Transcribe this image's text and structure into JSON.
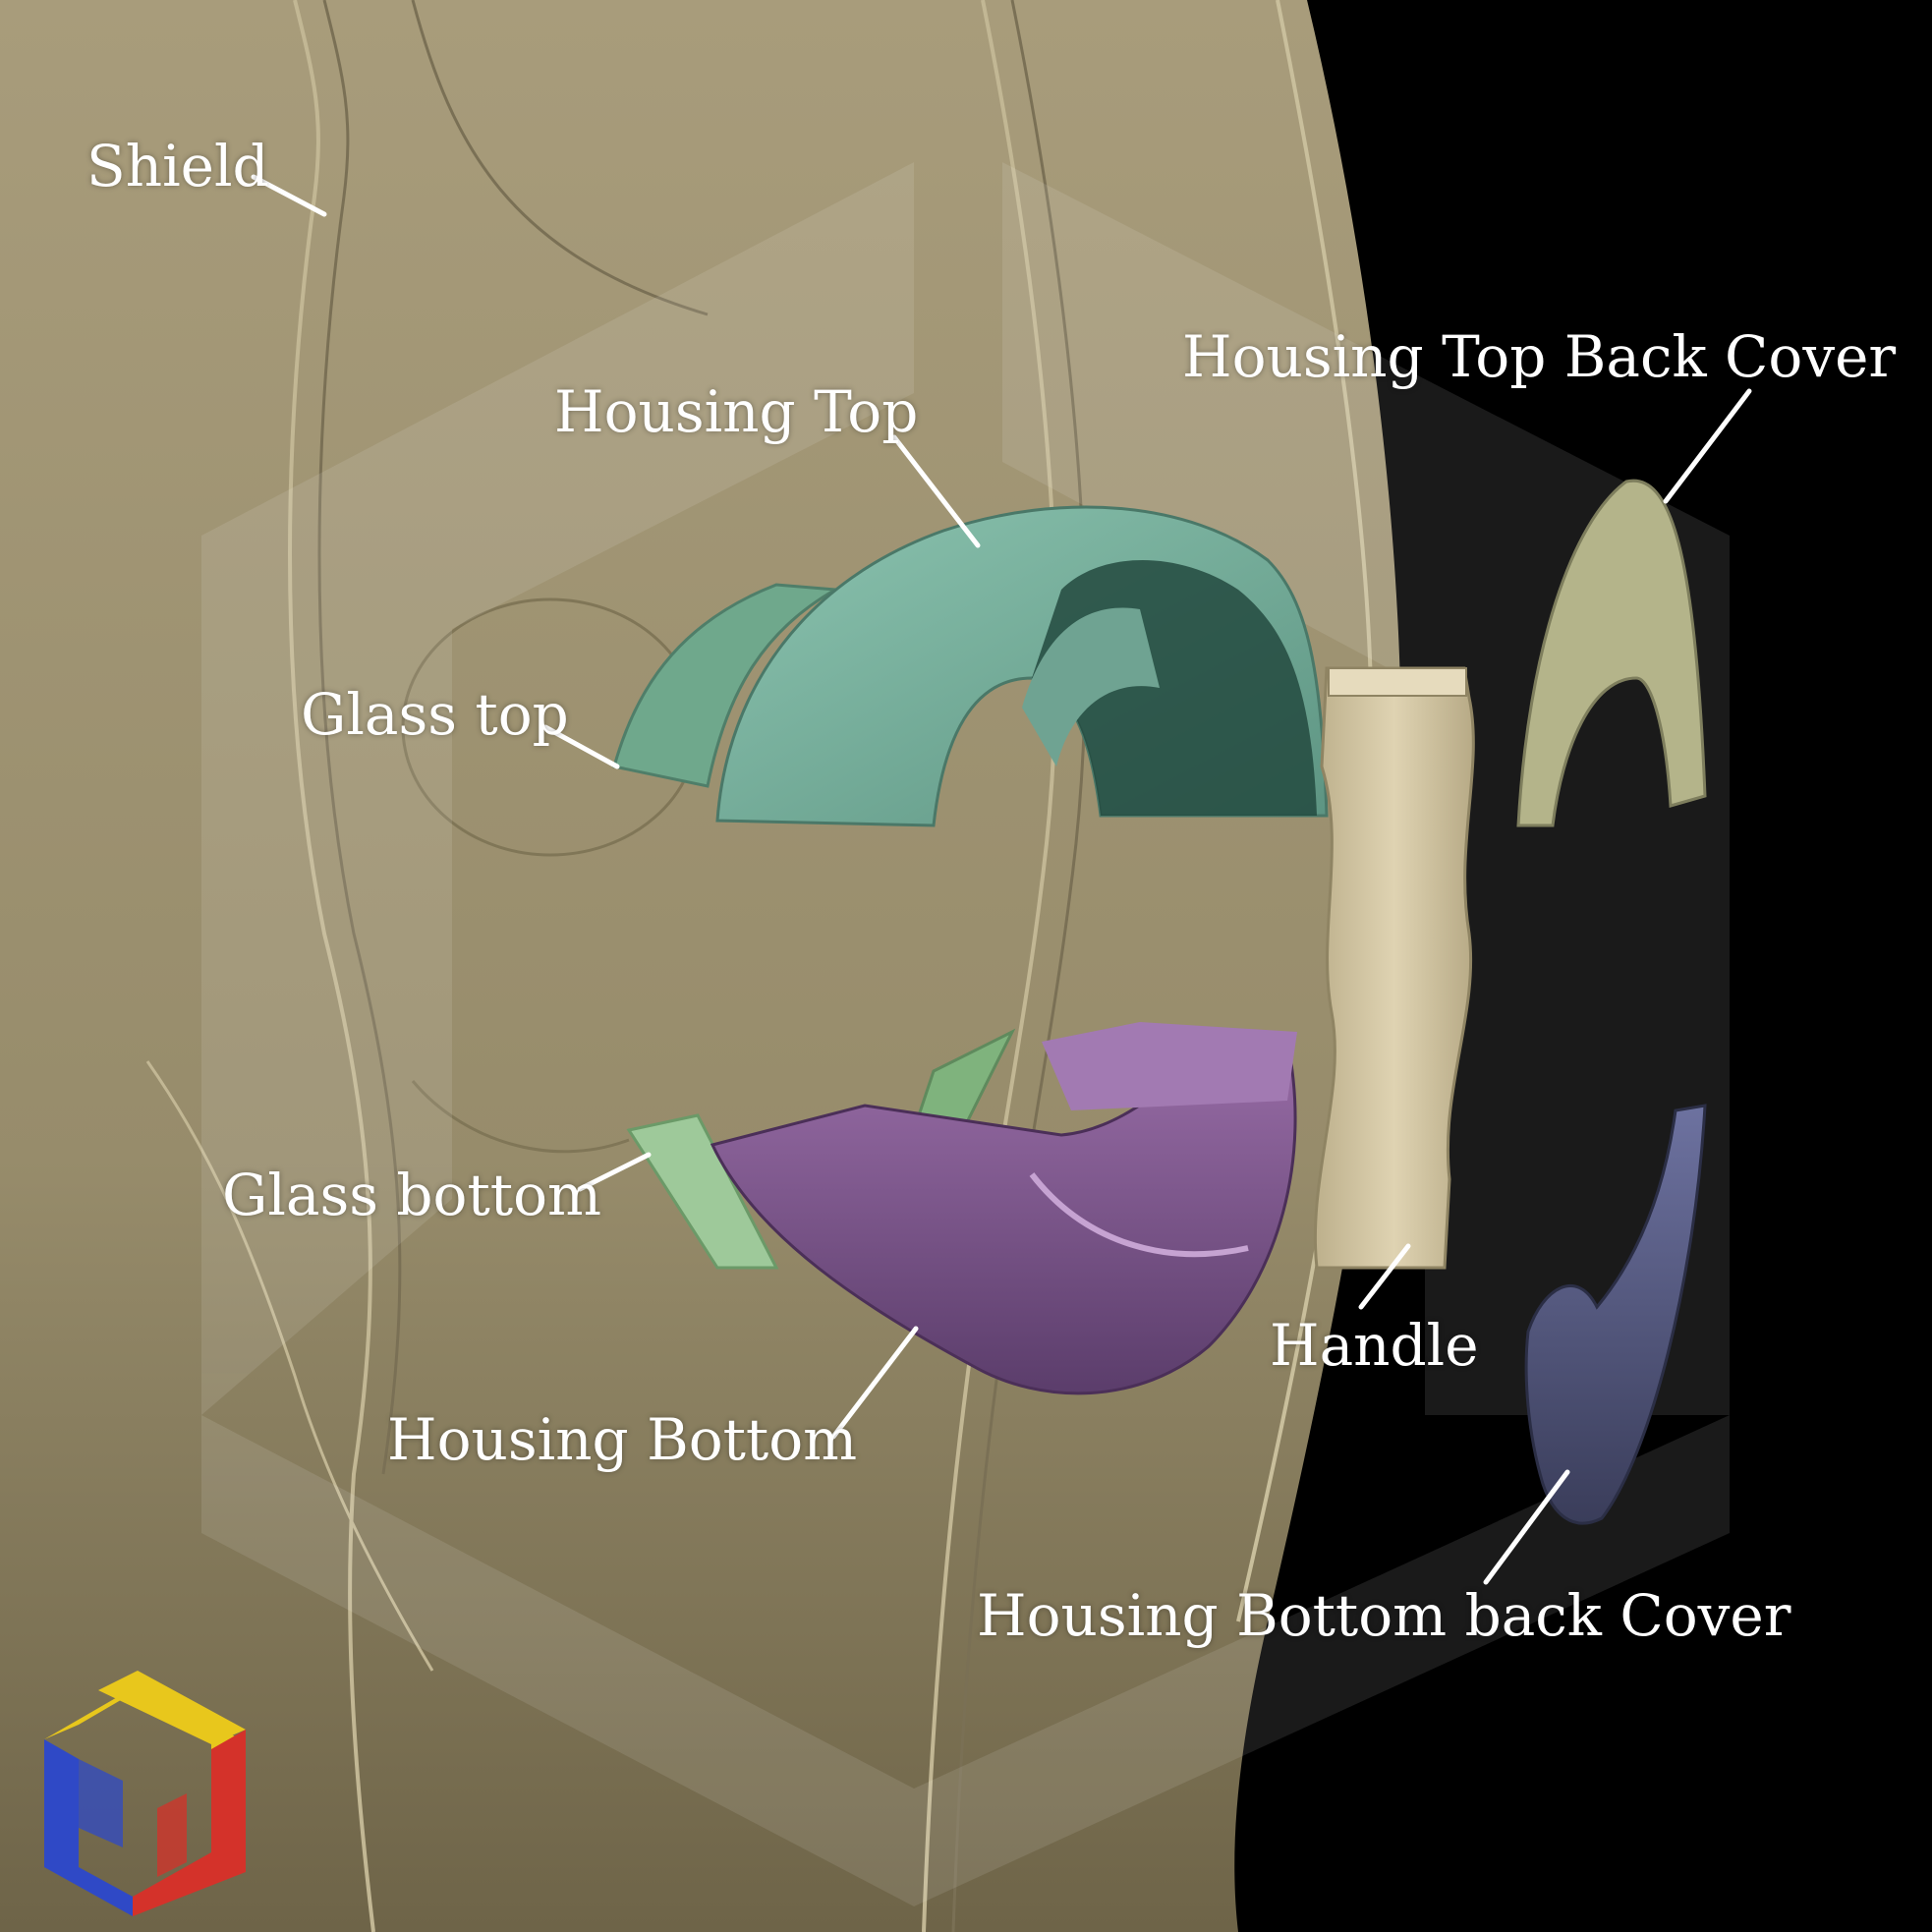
{
  "labels": {
    "shield": "Shield",
    "housing_top": "Housing Top",
    "housing_top_back_cover": "Housing Top Back Cover",
    "glass_top": "Glass top",
    "glass_bottom": "Glass bottom",
    "handle": "Handle",
    "housing_bottom": "Housing Bottom",
    "housing_bottom_back_cover": "Housing Bottom back Cover"
  },
  "colors": {
    "background": "#000000",
    "shield": "#a39877",
    "housing_top": "#7fb3a0",
    "glass_top": "#6fa88c",
    "glass_bottom": "#9ec99a",
    "housing_bottom": "#8a5d98",
    "handle": "#d6c9a6",
    "housing_top_back_cover": "#b4b48a",
    "housing_bottom_back_cover": "#4a4e72",
    "label_text": "#ffffff",
    "logo_yellow": "#e8c71c",
    "logo_blue": "#2f49c6",
    "logo_red": "#d4322a"
  },
  "logo": {
    "icon": "bw-cube-logo-icon"
  }
}
